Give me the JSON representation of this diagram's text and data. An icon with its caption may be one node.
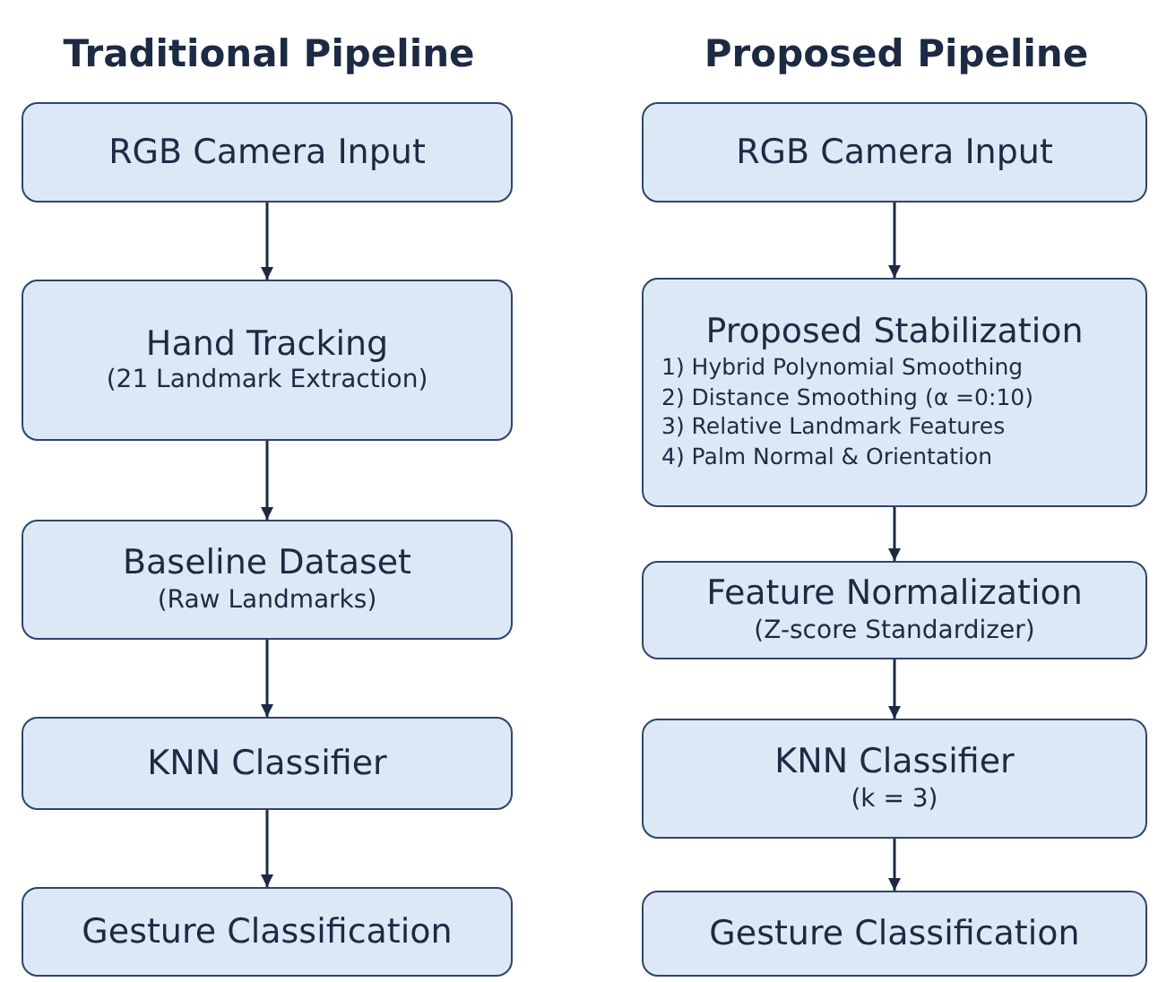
{
  "diagram": {
    "nodes": [
      {
        "text": [
          "RGB Camera Input"
        ]
      },
      {
        "text": [
          "Hand Tracking",
          "(21 Landmark Extraction)"
        ]
      },
      {
        "text": [
          "Baseline Dataset",
          "(Raw Landmarks)"
        ]
      },
      {
        "text": [
          "KNN Classifier"
        ]
      },
      {
        "text": [
          "Gesture Classification"
        ]
      },
      {
        "text": [
          "RGB Camera Input"
        ]
      },
      {
        "text": [
          "Proposed Stabilization",
          "1) Hybrid Polynomial Smoothing",
          "2) Distance Smoothing (α =0:10)",
          "3) Relative Landmark Features",
          "4) Palm Normal & Orientation"
        ]
      },
      {
        "text": [
          "Feature Normalization",
          "(Z-score Standardizer)"
        ]
      },
      {
        "text": [
          "KNN Classifier",
          "(k = 3)"
        ]
      },
      {
        "text": [
          "Gesture Classification"
        ]
      }
    ],
    "edges": [
      {
        "from": 0,
        "to": 1,
        "arrow": "to"
      },
      {
        "from": 1,
        "to": 2,
        "arrow": "to"
      },
      {
        "from": 2,
        "to": 3,
        "arrow": "to"
      },
      {
        "from": 3,
        "to": 4,
        "arrow": "to"
      },
      {
        "from": 5,
        "to": 6,
        "arrow": "to"
      },
      {
        "from": 6,
        "to": 7,
        "arrow": "to"
      },
      {
        "from": 7,
        "to": 8,
        "arrow": "to"
      },
      {
        "from": 8,
        "to": 9,
        "arrow": "to"
      }
    ],
    "labels": [
      "Traditional Pipeline",
      "Proposed Pipeline"
    ]
  }
}
